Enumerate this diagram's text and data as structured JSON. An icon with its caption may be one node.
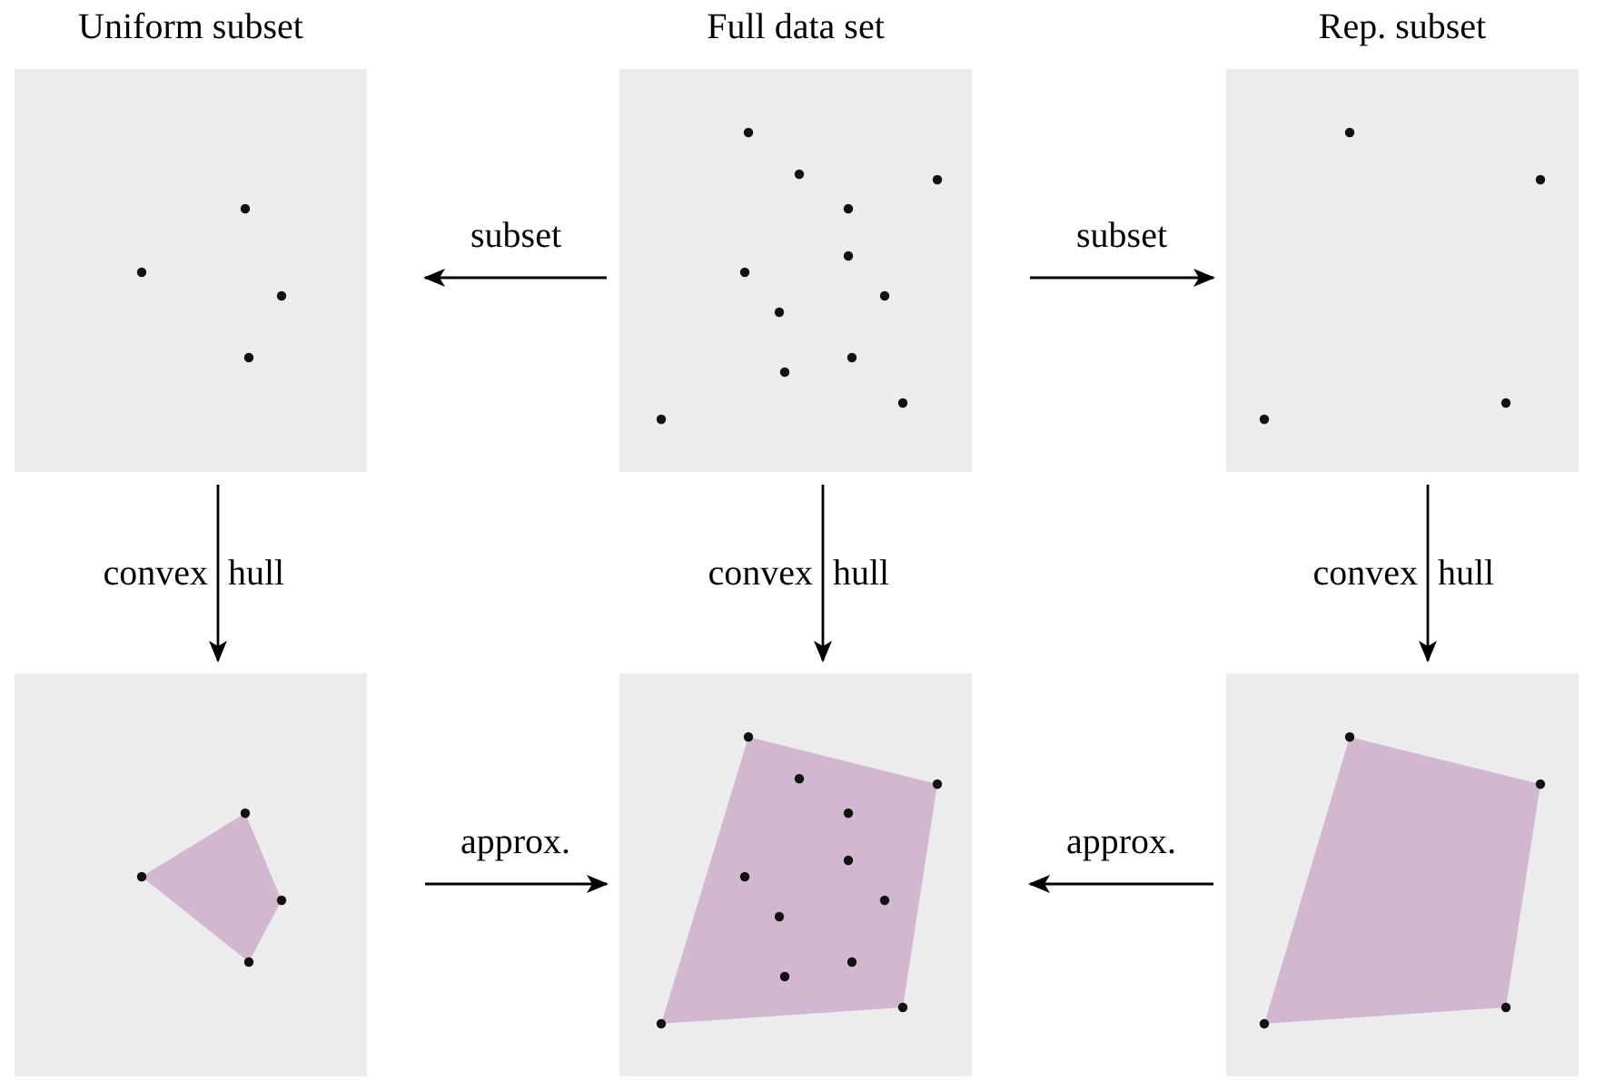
{
  "diagram": {
    "nodes": [
      {
        "text": [
          "Uniform subset"
        ]
      },
      {
        "text": [
          "Full data set"
        ]
      },
      {
        "text": [
          "Rep. subset"
        ]
      },
      {
        "text": [],
        "shape": "box"
      },
      {
        "text": [],
        "shape": "box"
      },
      {
        "text": [],
        "shape": "box"
      }
    ],
    "edges": [
      {
        "from": 1,
        "to": 0,
        "arrow": "to",
        "label": "subset"
      },
      {
        "from": 1,
        "to": 2,
        "arrow": "to",
        "label": "subset"
      },
      {
        "from": 0,
        "to": 3,
        "arrow": "to",
        "label": "convex hull"
      },
      {
        "from": 1,
        "to": 4,
        "arrow": "to",
        "label": "convex hull"
      },
      {
        "from": 2,
        "to": 5,
        "arrow": "to",
        "label": "convex hull"
      },
      {
        "from": 3,
        "to": 4,
        "arrow": "to",
        "label": "approx."
      },
      {
        "from": 5,
        "to": 4,
        "arrow": "to",
        "label": "approx."
      }
    ]
  }
}
